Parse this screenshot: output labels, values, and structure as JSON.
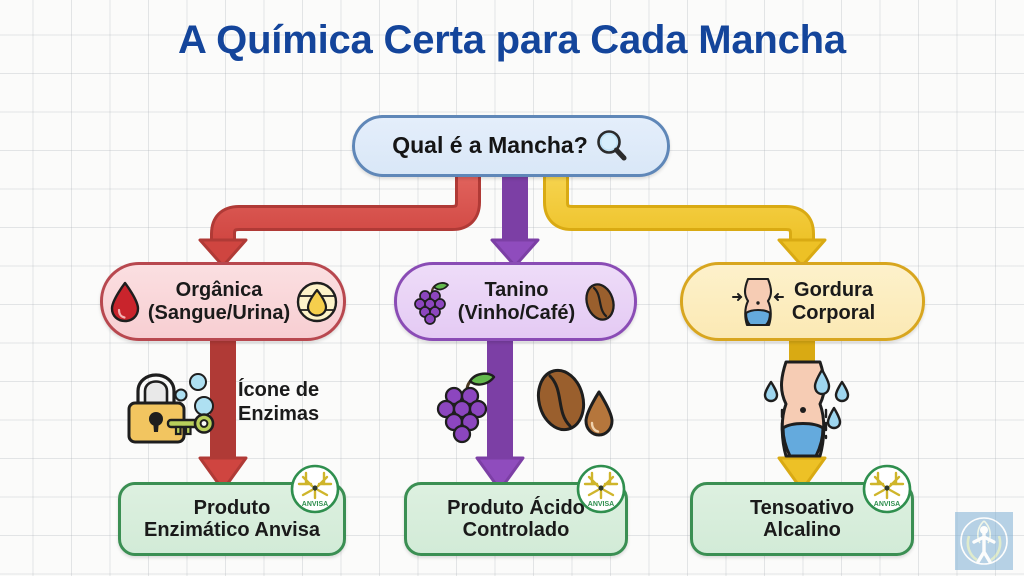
{
  "page": {
    "title": "A Química Certa para Cada Mancha",
    "title_color": "#14459b",
    "background_color": "#fbfbfa",
    "grid_color": "#aab0b5"
  },
  "diagram": {
    "type": "flowchart",
    "root": {
      "id": "root",
      "label": "Qual é a Mancha?",
      "icon": "magnifier-icon",
      "fill": "#dfeafa",
      "border": "#5f87b8"
    },
    "categories": [
      {
        "id": "organic",
        "label": "Orgânica\n(Sangue/Urina)",
        "icon_left": "blood-drop-icon",
        "icon_right": "urine-drop-icon",
        "fill": "#f9d5d8",
        "border": "#b8484f",
        "connector_color": "#d9534f"
      },
      {
        "id": "tannin",
        "label": "Tanino\n(Vinho/Café)",
        "icon_left": "grapes-icon",
        "icon_right": "coffee-bean-icon",
        "fill": "#e8d2f6",
        "border": "#8a4cb5",
        "connector_color": "#9b59c9"
      },
      {
        "id": "fat",
        "label": "Gordura\nCorporal",
        "icon_left": "waist-body-icon",
        "icon_right": "",
        "fill": "#fbecb9",
        "border": "#d8a61f",
        "connector_color": "#f2c72e"
      }
    ],
    "middle_annotations": [
      {
        "id": "enzyme-note",
        "icon": "lock-and-key-icon",
        "text": "Ícone de\nEnzimas"
      },
      {
        "id": "tannin-note",
        "icon_left": "grapes-icon",
        "icon_right": "coffee-bean-and-drop-icon",
        "text": ""
      },
      {
        "id": "fat-note",
        "icon": "sweating-body-icon",
        "text": ""
      }
    ],
    "results": [
      {
        "id": "enzyme",
        "label": "Produto\nEnzimático Anvisa",
        "badge": "anvisa-seal-icon",
        "badge_text": "ANVISA",
        "fill": "#d6ecd9",
        "border": "#3b8f53"
      },
      {
        "id": "acid",
        "label": "Produto Ácido\nControlado",
        "badge": "anvisa-seal-icon",
        "badge_text": "ANVISA",
        "fill": "#d6ecd9",
        "border": "#3b8f53"
      },
      {
        "id": "alkaline",
        "label": "Tensoativo\nAlcalino",
        "badge": "anvisa-seal-icon",
        "badge_text": "ANVISA",
        "fill": "#d6ecd9",
        "border": "#3b8f53"
      }
    ]
  },
  "watermark": {
    "name": "human-figure-laurel-logo",
    "color": "#7fb0d4"
  }
}
